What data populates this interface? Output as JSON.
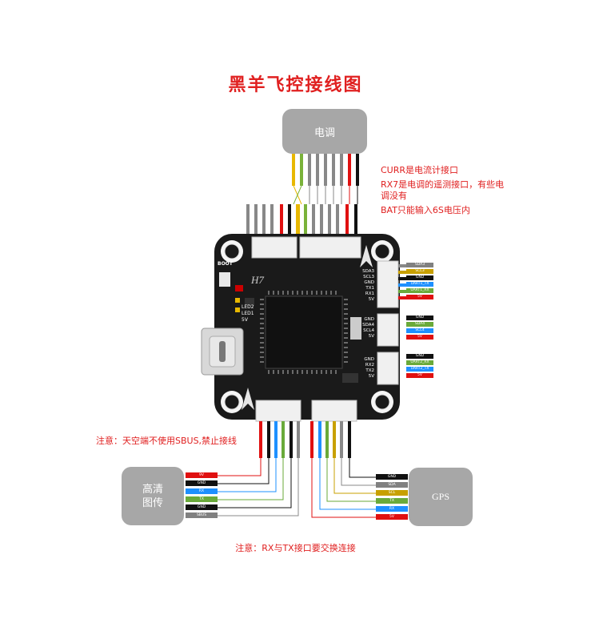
{
  "title": "黑羊飞控接线图",
  "esc_box": "电调",
  "vtx_box": "高清\n图传",
  "gps_box": "GPS",
  "esc_notes": [
    "CURR是电流计接口",
    "RX7是电调的遥测接口，有些电调没有",
    "BAT只能输入6S电压内"
  ],
  "vtx_note": "注意：天空端不使用SBUS,禁止接线",
  "bottom_note": "注意：RX与TX接口要交换连接",
  "board": {
    "left_labels": [
      "BOOT",
      "LED2",
      "LED1",
      "5V"
    ],
    "right_labels_top": [
      "SDA3",
      "SCL3",
      "GND",
      "TX1",
      "RX1",
      "5V"
    ],
    "right_labels_mid": [
      "GND",
      "SDA4",
      "SCL4",
      "5V"
    ],
    "right_labels_bot": [
      "GND",
      "RX2",
      "TX2",
      "5V"
    ],
    "chip_label": "H7"
  },
  "connectors": {
    "right_top": [
      {
        "label": "SDA3",
        "color": "#808080"
      },
      {
        "label": "SCL3",
        "color": "#c8a000"
      },
      {
        "label": "GND",
        "color": "#111111"
      },
      {
        "label": "UART1_TX",
        "color": "#1e90ff"
      },
      {
        "label": "UART1_RX",
        "color": "#6aaa3a"
      },
      {
        "label": "5V",
        "color": "#e01010"
      }
    ],
    "right_mid": [
      {
        "label": "GND",
        "color": "#111111"
      },
      {
        "label": "SDA4",
        "color": "#6aaa3a"
      },
      {
        "label": "SCL4",
        "color": "#1e90ff"
      },
      {
        "label": "5V",
        "color": "#e01010"
      }
    ],
    "right_bot": [
      {
        "label": "GND",
        "color": "#111111"
      },
      {
        "label": "UART2_RX",
        "color": "#6aaa3a"
      },
      {
        "label": "UART2_TX",
        "color": "#1e90ff"
      },
      {
        "label": "5V",
        "color": "#e01010"
      }
    ],
    "vtx": [
      {
        "label": "9V",
        "color": "#e01010"
      },
      {
        "label": "GND",
        "color": "#111111"
      },
      {
        "label": "RX",
        "color": "#1e90ff"
      },
      {
        "label": "TX",
        "color": "#6aaa3a"
      },
      {
        "label": "GND",
        "color": "#111111"
      },
      {
        "label": "SBUS",
        "color": "#808080"
      }
    ],
    "gps": [
      {
        "label": "GND",
        "color": "#111111"
      },
      {
        "label": "SDA",
        "color": "#808080"
      },
      {
        "label": "SCL",
        "color": "#c8a000"
      },
      {
        "label": "TX",
        "color": "#6aaa3a"
      },
      {
        "label": "RX",
        "color": "#1e90ff"
      },
      {
        "label": "5V",
        "color": "#e01010"
      }
    ]
  }
}
